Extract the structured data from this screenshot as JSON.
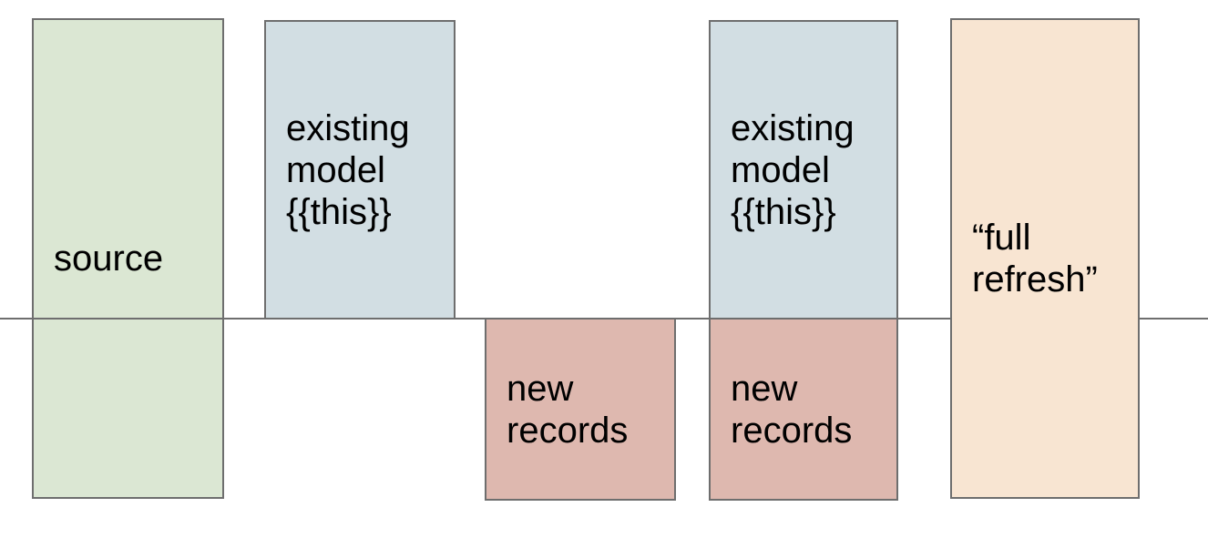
{
  "colors": {
    "background": "#ffffff",
    "border": "#6e6e6e",
    "timeline": "#6e6e6e",
    "text": "#000000",
    "source_fill": "#dbe7d3",
    "existing_model_fill": "#d2dee3",
    "new_records_fill": "#deb8af",
    "full_refresh_fill": "#f8e5d2"
  },
  "diagram": {
    "boxes": [
      {
        "id": "source",
        "label": "source",
        "fill": "source_fill"
      },
      {
        "id": "existing-model-1",
        "label": "existing\nmodel\n{{this}}",
        "fill": "existing_model_fill"
      },
      {
        "id": "new-records-1",
        "label": "new\nrecords",
        "fill": "new_records_fill"
      },
      {
        "id": "existing-model-2",
        "label": "existing\nmodel\n{{this}}",
        "fill": "existing_model_fill"
      },
      {
        "id": "new-records-2",
        "label": "new\nrecords",
        "fill": "new_records_fill"
      },
      {
        "id": "full-refresh",
        "label": "“full\nrefresh”",
        "fill": "full_refresh_fill"
      }
    ]
  }
}
